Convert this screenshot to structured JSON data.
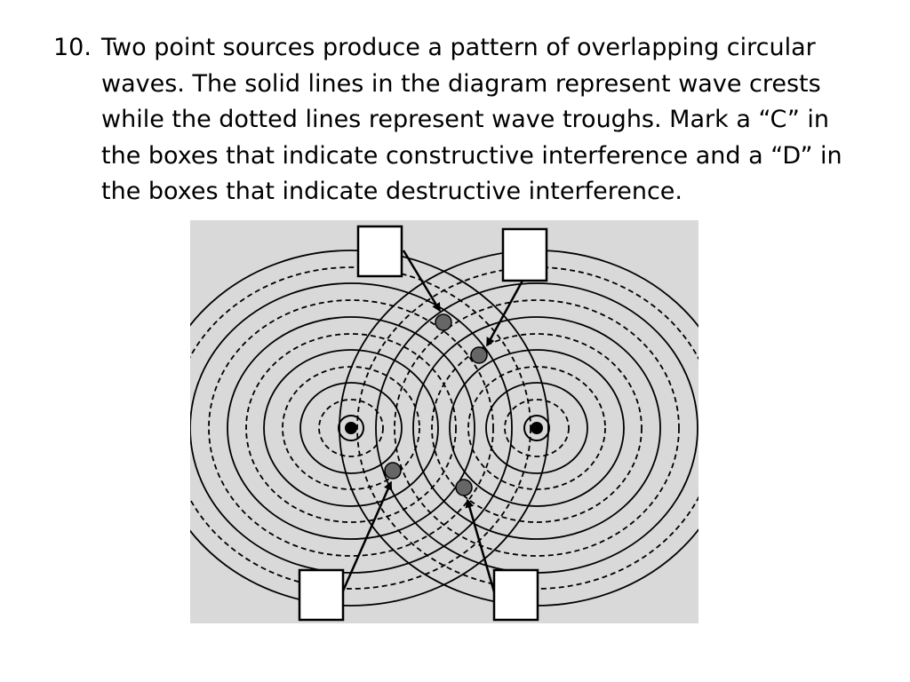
{
  "question": {
    "number": "10.",
    "text": "Two point sources produce a pattern of overlapping circular waves. The solid lines in the diagram represent wave crests while the dotted lines represent wave troughs. Mark a “C” in the boxes that indicate constructive interference and a “D” in the boxes that indicate destructive interference."
  },
  "diagram": {
    "background_color": "#d9d9d9",
    "line_color": "#000000",
    "marker_color": "#666666",
    "answer_box_color": "#ffffff",
    "sources": 2,
    "crest_line_style": "solid",
    "trough_line_style": "dashed",
    "answer_boxes": [
      {
        "id": "top-left",
        "answer": ""
      },
      {
        "id": "top-right",
        "answer": ""
      },
      {
        "id": "bottom-left",
        "answer": ""
      },
      {
        "id": "bottom-right",
        "answer": ""
      }
    ],
    "marked_points": 4
  }
}
